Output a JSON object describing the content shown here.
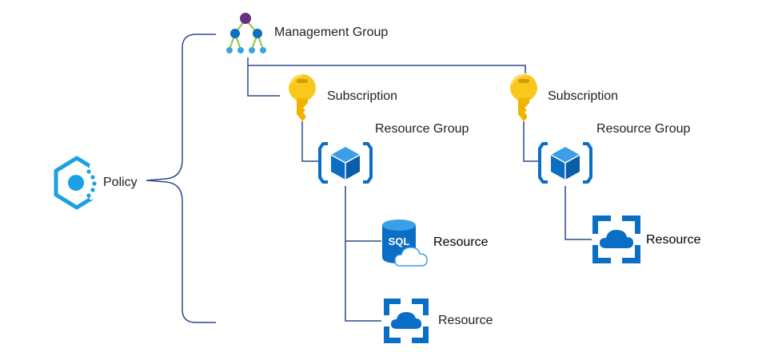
{
  "labels": {
    "policy": "Policy",
    "management_group": "Management Group",
    "subscription_1": "Subscription",
    "subscription_2": "Subscription",
    "resource_group_1": "Resource Group",
    "resource_group_2": "Resource Group",
    "resource_sql": "Resource",
    "resource_app_1": "Resource",
    "resource_app_2": "Resource",
    "sql_text": "SQL"
  },
  "colors": {
    "line": "#2b4a86",
    "azure_blue": "#0b6ec5",
    "azure_blue_light": "#3c9ee6",
    "policy_blue": "#1ba1e2",
    "key_gold": "#f8c81c",
    "key_gold_dark": "#d39c00",
    "mg_top": "#6b2c82",
    "mg_mid": "#0a70bf",
    "mg_leaf": "#3aa5dc",
    "mg_link": "#9cc64a"
  },
  "icons": {
    "policy": "policy-icon",
    "management_group": "management-group-icon",
    "subscription": "key-icon",
    "resource_group": "resource-group-cube-icon",
    "sql": "sql-database-icon",
    "app": "app-service-cloud-icon"
  }
}
